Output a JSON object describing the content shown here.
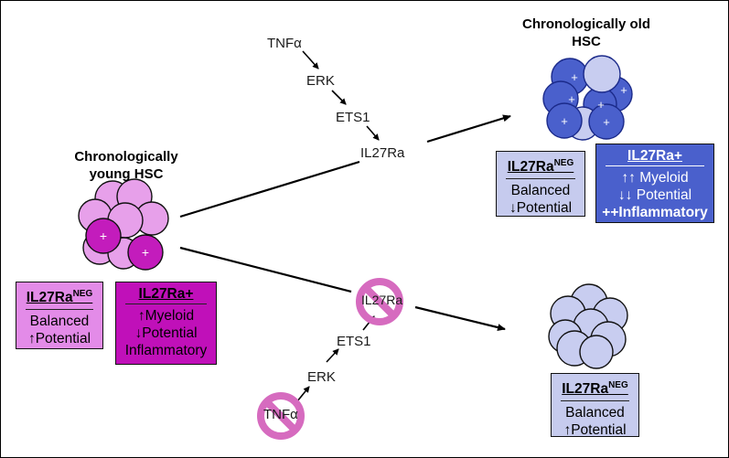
{
  "colors": {
    "young_neg_fill": "#e38be8",
    "young_pos_fill": "#c010b9",
    "old_neg_fill": "#c6cbee",
    "old_pos_fill": "#4a60cc",
    "cell_light_young": "#e7a0ea",
    "cell_dark_young": "#c31cbc",
    "cell_light_old": "#c8cdf0",
    "cell_dark_old": "#4a60cc",
    "prohibit": "#d66bbf"
  },
  "icons": [
    "plus-icon",
    "prohibited-icon"
  ],
  "young": {
    "heading_line1": "Chronologically",
    "heading_line2": "young HSC",
    "neg_box": {
      "title": "IL27Ra",
      "sup": "NEG",
      "line1": "Balanced",
      "line2": "↑Potential"
    },
    "pos_box": {
      "title": "IL27Ra+",
      "line1": "↑Myeloid",
      "line2": "↓Potential",
      "line3": "Inflammatory"
    }
  },
  "old": {
    "heading_line1": "Chronologically",
    "heading_line2": "old HSC",
    "neg_box": {
      "title": "IL27Ra",
      "sup": "NEG",
      "line1": "Balanced",
      "line2": "↓Potential"
    },
    "pos_box": {
      "title": "IL27Ra+",
      "line1": "↑↑ Myeloid",
      "line2": "↓↓ Potential",
      "line3": "++Inflammatory"
    }
  },
  "upper_pathway": {
    "step1": "TNFα",
    "step2": "ERK",
    "step3": "ETS1",
    "step4": "IL27Ra"
  },
  "lower_pathway": {
    "step1": "TNFα",
    "step2": "ERK",
    "step3": "ETS1",
    "step4": "IL27Ra"
  },
  "bottom_right_box": {
    "title": "IL27Ra",
    "sup": "NEG",
    "line1": "Balanced",
    "line2": "↑Potential"
  },
  "plus_mark": "+"
}
